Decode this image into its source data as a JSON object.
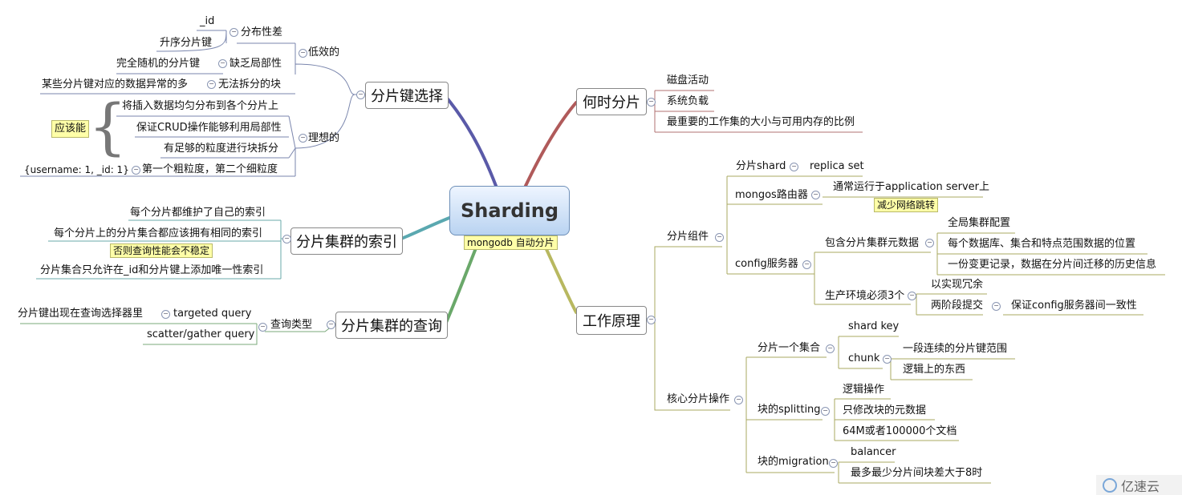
{
  "root": {
    "title": "Sharding",
    "note": "mongodb 自动分片"
  },
  "shard_key": {
    "title": "分片键选择",
    "inefficient": {
      "label": "低效的",
      "poor_distribution": {
        "label": "分布性差",
        "examples": [
          "_id",
          "升序分片键"
        ]
      },
      "no_locality": {
        "label": "缺乏局部性",
        "example": "完全随机的分片键"
      },
      "unsplittable": {
        "label": "无法拆分的块",
        "example": "某些分片键对应的数据异常的多"
      }
    },
    "ideal": {
      "label": "理想的",
      "should_be_able": "应该能",
      "items": [
        "将插入数据均匀分布到各个分片上",
        "保证CRUD操作能够利用局部性",
        "有足够的粒度进行块拆分"
      ],
      "coarse_fine": {
        "label": "第一个粗粒度，第二个细粒度",
        "example": "{username: 1, _id: 1}"
      }
    }
  },
  "cluster_index": {
    "title": "分片集群的索引",
    "items": [
      "每个分片都维护了自己的索引",
      "每个分片上的分片集合都应该拥有相同的索引",
      "分片集合只允许在_id和分片键上添加唯一性索引"
    ],
    "note": "否则查询性能会不稳定"
  },
  "cluster_query": {
    "title": "分片集群的查询",
    "query_type": "查询类型",
    "targeted": "targeted query",
    "targeted_note": "分片键出现在查询选择器里",
    "scatter": "scatter/gather query"
  },
  "when": {
    "title": "何时分片",
    "items": [
      "磁盘活动",
      "系统负载",
      "最重要的工作集的大小与可用内存的比例"
    ]
  },
  "how": {
    "title": "工作原理",
    "components": {
      "label": "分片组件",
      "shard": {
        "label": "分片shard",
        "child": "replica set"
      },
      "mongos": {
        "label": "mongos路由器",
        "child": "通常运行于application server上",
        "note": "减少网络跳转"
      },
      "config": {
        "label": "config服务器",
        "metadata": {
          "label": "包含分片集群元数据",
          "items": [
            "全局集群配置",
            "每个数据库、集合和特点范围数据的位置",
            "一份变更记录，数据在分片间迁移的历史信息"
          ]
        },
        "production": {
          "label": "生产环境必须3个",
          "redundancy": "以实现冗余",
          "two_phase": "两阶段提交",
          "consistency": "保证config服务器间一致性"
        }
      }
    },
    "core": {
      "label": "核心分片操作",
      "shard_collection": {
        "label": "分片一个集合",
        "shard_key": "shard key",
        "chunk": "chunk",
        "chunk_items": [
          "一段连续的分片键范围",
          "逻辑上的东西"
        ]
      },
      "splitting": {
        "label": "块的splitting",
        "items": [
          "逻辑操作",
          "只修改块的元数据",
          "64M或者100000个文档"
        ]
      },
      "migration": {
        "label": "块的migration",
        "items": [
          "balancer",
          "最多最少分片间块差大于8时"
        ]
      }
    }
  },
  "watermark": "亿速云",
  "colors": {
    "shard_key_branch": "#5a5aa8",
    "index_branch": "#5aa8b0",
    "query_branch": "#6aa86a",
    "when_branch": "#b05a5a",
    "how_branch": "#b8b860"
  }
}
